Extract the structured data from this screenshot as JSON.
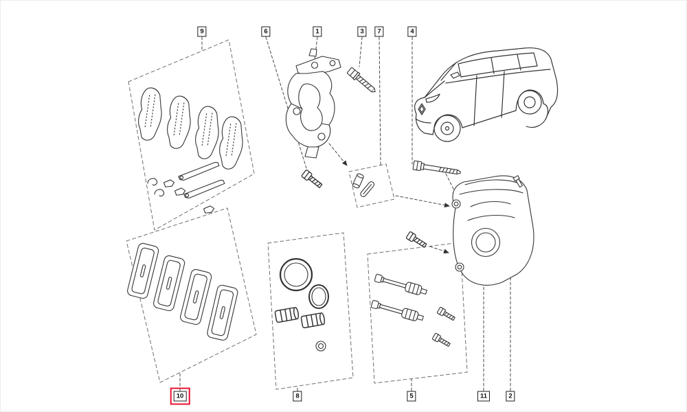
{
  "diagram": {
    "background": "#ffffff",
    "line_color": "#333333",
    "highlight_color": "#e8112d",
    "callouts": [
      {
        "label": "9",
        "highlighted": false,
        "target": "pad-shim-hardware-kit"
      },
      {
        "label": "6",
        "highlighted": false,
        "target": "bracket-bolt"
      },
      {
        "label": "1",
        "highlighted": false,
        "target": "caliper-bracket"
      },
      {
        "label": "3",
        "highlighted": false,
        "target": "caliper-bolt"
      },
      {
        "label": "7",
        "highlighted": false,
        "target": "bushing-set"
      },
      {
        "label": "4",
        "highlighted": false,
        "target": "guide-bolt"
      },
      {
        "label": "10",
        "highlighted": true,
        "target": "brake-pad-set"
      },
      {
        "label": "8",
        "highlighted": false,
        "target": "seal-repair-kit"
      },
      {
        "label": "5",
        "highlighted": false,
        "target": "guide-pin-kit"
      },
      {
        "label": "11",
        "highlighted": false,
        "target": "caliper-piston"
      },
      {
        "label": "2",
        "highlighted": false,
        "target": "caliper-body"
      }
    ]
  }
}
